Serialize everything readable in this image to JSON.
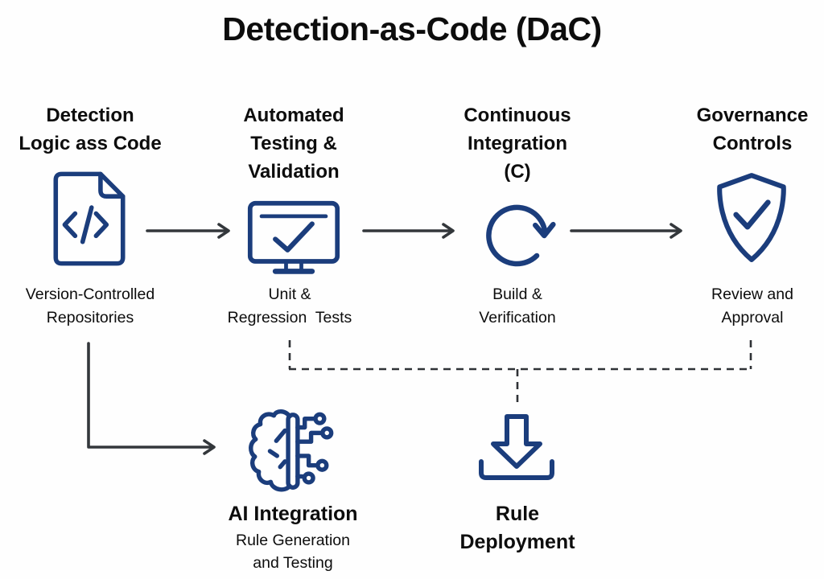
{
  "title": "Detection-as-Code (DaC)",
  "colors": {
    "icon_blue": "#1b3d7c",
    "connector_dark": "#33373b",
    "dashed_dark": "#2f3236",
    "text_black": "#0d0d0d",
    "background": "#fefefe"
  },
  "stages": [
    {
      "id": "detection-logic-as-code",
      "header": "Detection\nLogic ass Code",
      "sub": "Version-Controlled\nRepositories",
      "icon": "code-document-icon"
    },
    {
      "id": "automated-testing-validation",
      "header": "Automated\nTesting &\nValidation",
      "sub": "Unit &\nRegression  Tests",
      "icon": "monitor-check-icon"
    },
    {
      "id": "continuous-integration",
      "header": "Continuous\nIntegration\n(C)",
      "sub": "Build &\nVerification",
      "icon": "cycle-arrow-icon"
    },
    {
      "id": "governance-controls",
      "header": "Governance\nControls",
      "sub": "Review and\nApproval",
      "icon": "shield-check-icon"
    }
  ],
  "bottom_nodes": [
    {
      "id": "ai-integration",
      "title": "AI Integration",
      "sub": "Rule Generation\nand Testing",
      "icon": "brain-circuit-icon"
    },
    {
      "id": "rule-deployment",
      "title": "Rule\nDeployment",
      "icon": "deploy-download-icon"
    }
  ]
}
